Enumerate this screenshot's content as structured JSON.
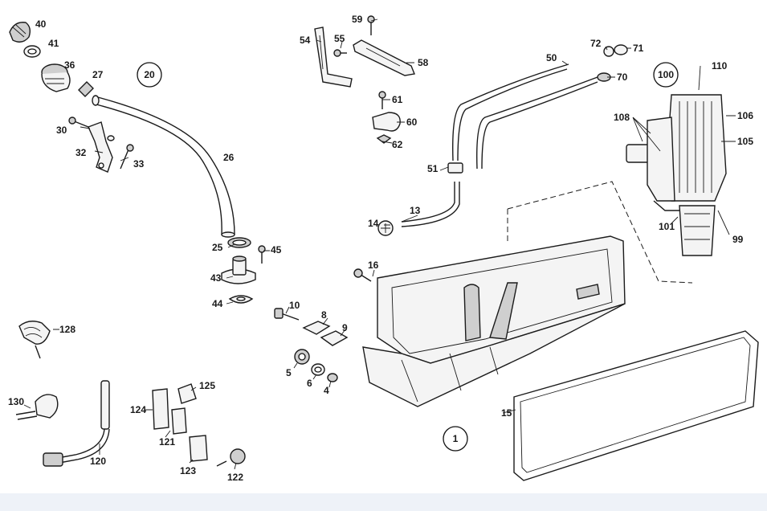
{
  "callouts": [
    "20",
    "100",
    "1"
  ],
  "part_labels": [
    "40",
    "41",
    "36",
    "27",
    "30",
    "32",
    "33",
    "26",
    "25",
    "45",
    "43",
    "44",
    "54",
    "55",
    "59",
    "58",
    "61",
    "60",
    "62",
    "50",
    "72",
    "71",
    "70",
    "110",
    "108",
    "106",
    "105",
    "101",
    "99",
    "51",
    "13",
    "14",
    "16",
    "10",
    "8",
    "9",
    "5",
    "6",
    "4",
    "128",
    "130",
    "120",
    "124",
    "125",
    "121",
    "123",
    "122",
    "15"
  ]
}
